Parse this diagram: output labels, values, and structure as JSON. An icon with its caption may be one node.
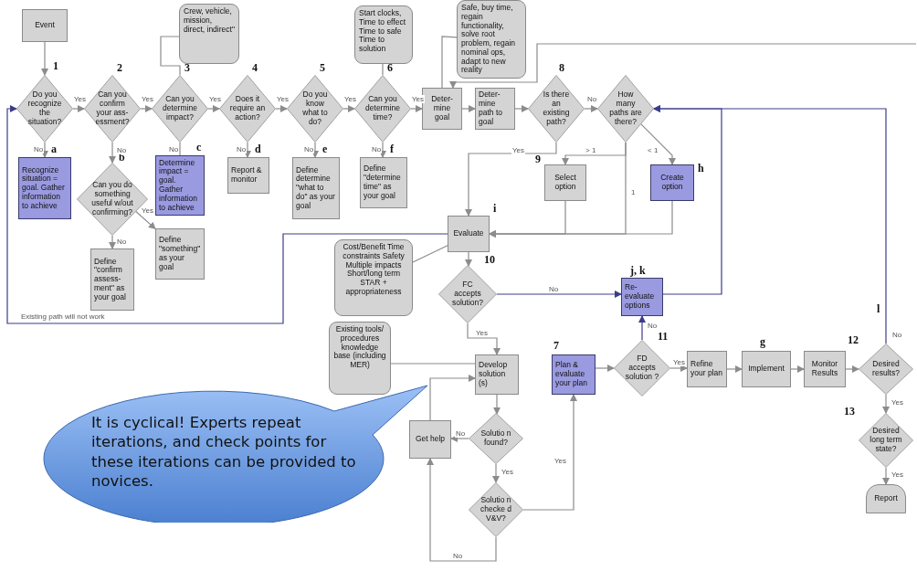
{
  "diagram": {
    "nodes": [
      {
        "text": [
          "Event"
        ]
      },
      {
        "text": [
          "Do you recognize the situation?"
        ],
        "beside": [
          "1"
        ]
      },
      {
        "text": [
          "Recognize situation = goal. Gather information to achieve"
        ],
        "beside": [
          "a"
        ]
      },
      {
        "text": [
          "Can you confirm your ass-essment?"
        ],
        "beside": [
          "2"
        ]
      },
      {
        "text": [
          "Can you do something useful w/out confirming?"
        ],
        "beside": [
          "b"
        ]
      },
      {
        "text": [
          "Define \"confirm assess-ment\" as your goal"
        ]
      },
      {
        "text": [
          "Define \"something\" as your goal"
        ]
      },
      {
        "text": [
          "Crew, vehicle, mission, direct, indirect\""
        ]
      },
      {
        "text": [
          "Can you determine impact?"
        ],
        "beside": [
          "3"
        ]
      },
      {
        "text": [
          "Determine impact = goal. Gather information to achieve"
        ],
        "beside": [
          "c"
        ]
      },
      {
        "text": [
          "Does it require an action?"
        ],
        "beside": [
          "4"
        ]
      },
      {
        "text": [
          "Report & monitor"
        ],
        "beside": [
          "d"
        ]
      },
      {
        "text": [
          "Do you know what to do?"
        ],
        "beside": [
          "5"
        ]
      },
      {
        "text": [
          "Define determine \"what to do\" as your goal"
        ],
        "beside": [
          "e"
        ]
      },
      {
        "text": [
          "Start clocks, Time to effect Time to safe Time to solution"
        ]
      },
      {
        "text": [
          "Can you determine time?"
        ],
        "beside": [
          "6"
        ]
      },
      {
        "text": [
          "Define \"determine time\" as your goal"
        ],
        "beside": [
          "f"
        ]
      },
      {
        "text": [
          "Safe, buy time, regain functionality, solve root problem, regain nominal ops, adapt to new reality"
        ]
      },
      {
        "text": [
          "Deter-mine goal"
        ]
      },
      {
        "text": [
          "Deter-mine path to goal"
        ]
      },
      {
        "text": [
          "Is there an existing path?"
        ],
        "beside": [
          "8"
        ]
      },
      {
        "text": [
          "How many paths are there?"
        ]
      },
      {
        "text": [
          "Select option"
        ],
        "beside": [
          "9"
        ]
      },
      {
        "text": [
          "Create option"
        ],
        "beside": [
          "h"
        ]
      },
      {
        "text": [
          "Evaluate"
        ],
        "beside": [
          "i"
        ]
      },
      {
        "text": [
          "Cost/Benefit Time constraints Safety Multiple impacts Short/long term STAR + appropriateness"
        ]
      },
      {
        "text": [
          "FC accepts solution?"
        ],
        "beside": [
          "10"
        ]
      },
      {
        "text": [
          "Re-evaluate options"
        ],
        "beside": [
          "j, k"
        ]
      },
      {
        "text": [
          "Existing tools/ procedures knowledge base (including MER)"
        ]
      },
      {
        "text": [
          "Develop solution (s)"
        ]
      },
      {
        "text": [
          "Solutio n found?"
        ]
      },
      {
        "text": [
          "Get help"
        ]
      },
      {
        "text": [
          "Solutio n checke d V&V?"
        ]
      },
      {
        "text": [
          "Plan & evaluate your plan"
        ],
        "beside": [
          "7"
        ]
      },
      {
        "text": [
          "FD accepts solution ?"
        ],
        "beside": [
          "11"
        ]
      },
      {
        "text": [
          "Refine your plan"
        ]
      },
      {
        "text": [
          "Implement"
        ],
        "beside": [
          "g"
        ]
      },
      {
        "text": [
          "Monitor Results"
        ]
      },
      {
        "text": [
          "Desired results?"
        ],
        "beside": [
          "12"
        ]
      },
      {
        "text": [
          "Desired long term state?"
        ],
        "beside": [
          "13"
        ]
      },
      {
        "text": [
          "Report"
        ]
      },
      {
        "text": [
          "It is cyclical! Experts repeat iterations, and check points for these iterations can be provided to novices."
        ]
      }
    ],
    "edges": [
      {
        "from": 0,
        "to": 1,
        "arrow": "to"
      },
      {
        "from": 1,
        "to": 3,
        "arrow": "to",
        "label": "Yes"
      },
      {
        "from": 1,
        "to": 2,
        "arrow": "to",
        "label": "No"
      },
      {
        "from": 3,
        "to": 8,
        "arrow": "to",
        "label": "Yes"
      },
      {
        "from": 3,
        "to": 4,
        "arrow": "to",
        "label": "No"
      },
      {
        "from": 4,
        "to": 6,
        "arrow": "to",
        "label": "Yes"
      },
      {
        "from": 4,
        "to": 5,
        "arrow": "to",
        "label": "No"
      },
      {
        "from": 7,
        "to": 8,
        "arrow": "none"
      },
      {
        "from": 8,
        "to": 10,
        "arrow": "to",
        "label": "Yes"
      },
      {
        "from": 8,
        "to": 9,
        "arrow": "none",
        "label": "No"
      },
      {
        "from": 10,
        "to": 12,
        "arrow": "to",
        "label": "Yes"
      },
      {
        "from": 10,
        "to": 11,
        "arrow": "to",
        "label": "No"
      },
      {
        "from": 12,
        "to": 15,
        "arrow": "to",
        "label": "Yes"
      },
      {
        "from": 12,
        "to": 13,
        "arrow": "to",
        "label": "No"
      },
      {
        "from": 14,
        "to": 15,
        "arrow": "none"
      },
      {
        "from": 15,
        "to": 18,
        "arrow": "to",
        "label": "Yes"
      },
      {
        "from": 15,
        "to": 16,
        "arrow": "to",
        "label": "No"
      },
      {
        "from": 17,
        "to": 18,
        "arrow": "none"
      },
      {
        "from": null,
        "to": 18,
        "arrow": "to"
      },
      {
        "from": 18,
        "to": 19,
        "arrow": "to"
      },
      {
        "from": 19,
        "to": 20,
        "arrow": "to"
      },
      {
        "from": 20,
        "to": 21,
        "arrow": "to",
        "label": "No"
      },
      {
        "from": 20,
        "to": 24,
        "arrow": "to",
        "label": "Yes"
      },
      {
        "from": 21,
        "to": 22,
        "arrow": "to",
        "label": "> 1"
      },
      {
        "from": 21,
        "to": 23,
        "arrow": "to",
        "label": "< 1"
      },
      {
        "from": 21,
        "to": 24,
        "arrow": "to",
        "label": "1"
      },
      {
        "from": 22,
        "to": 24,
        "arrow": "to"
      },
      {
        "from": 23,
        "to": 24,
        "arrow": "to"
      },
      {
        "from": 24,
        "to": 1,
        "arrow": "to",
        "label": "Existing path will not work",
        "color": "#3c3c8c"
      },
      {
        "from": 25,
        "to": 24,
        "arrow": "none"
      },
      {
        "from": 24,
        "to": 26,
        "arrow": "to"
      },
      {
        "from": 26,
        "to": 27,
        "arrow": "to",
        "label": "No",
        "color": "#3c3c8c"
      },
      {
        "from": 26,
        "to": 29,
        "arrow": "to",
        "label": "Yes"
      },
      {
        "from": 28,
        "to": 29,
        "arrow": "none"
      },
      {
        "from": 29,
        "to": 30,
        "arrow": "to"
      },
      {
        "from": 30,
        "to": 31,
        "arrow": "to",
        "label": "No"
      },
      {
        "from": 30,
        "to": 32,
        "arrow": "to",
        "label": "Yes"
      },
      {
        "from": 31,
        "to": 29,
        "arrow": "to"
      },
      {
        "from": 32,
        "to": 31,
        "arrow": "to",
        "label": "No"
      },
      {
        "from": 32,
        "to": 33,
        "arrow": "to",
        "label": "Yes"
      },
      {
        "from": 33,
        "to": 34,
        "arrow": "to"
      },
      {
        "from": 34,
        "to": 27,
        "arrow": "to",
        "label": "No",
        "color": "#3c3c8c"
      },
      {
        "from": 34,
        "to": 35,
        "arrow": "to",
        "label": "Yes"
      },
      {
        "from": 35,
        "to": 36,
        "arrow": "to"
      },
      {
        "from": 36,
        "to": 37,
        "arrow": "to"
      },
      {
        "from": 37,
        "to": 38,
        "arrow": "to"
      },
      {
        "from": 27,
        "to": 21,
        "arrow": "to",
        "color": "#3c3c8c"
      },
      {
        "from": 38,
        "to": 21,
        "arrow": "to",
        "label": "No",
        "color": "#3c3c8c"
      },
      {
        "from": 38,
        "to": 39,
        "arrow": "to",
        "label": "Yes"
      },
      {
        "from": 39,
        "to": 40,
        "arrow": "to",
        "label": "Yes"
      }
    ],
    "labels": [
      "l"
    ]
  }
}
